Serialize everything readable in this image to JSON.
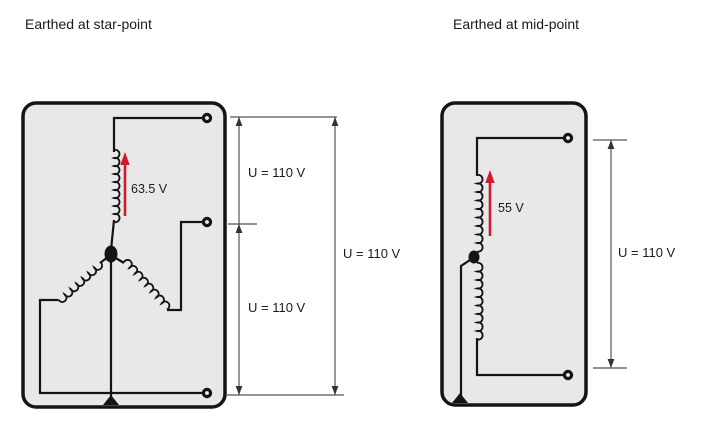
{
  "diagram": {
    "left": {
      "title": "Earthed at star-point",
      "winding_voltage": "63.5 V",
      "dim_upper_label": "U = 110 V",
      "dim_lower_label": "U = 110 V",
      "dim_total_label": "U = 110 V"
    },
    "right": {
      "title": "Earthed at mid-point",
      "winding_voltage": "55 V",
      "dim_total_label": "U = 110 V"
    },
    "colors": {
      "box_fill": "#e8e8e8",
      "line_black": "#141414",
      "dimension_gray": "#555555",
      "voltage_arrow_red": "#cf1b2b",
      "background": "#ffffff"
    }
  }
}
